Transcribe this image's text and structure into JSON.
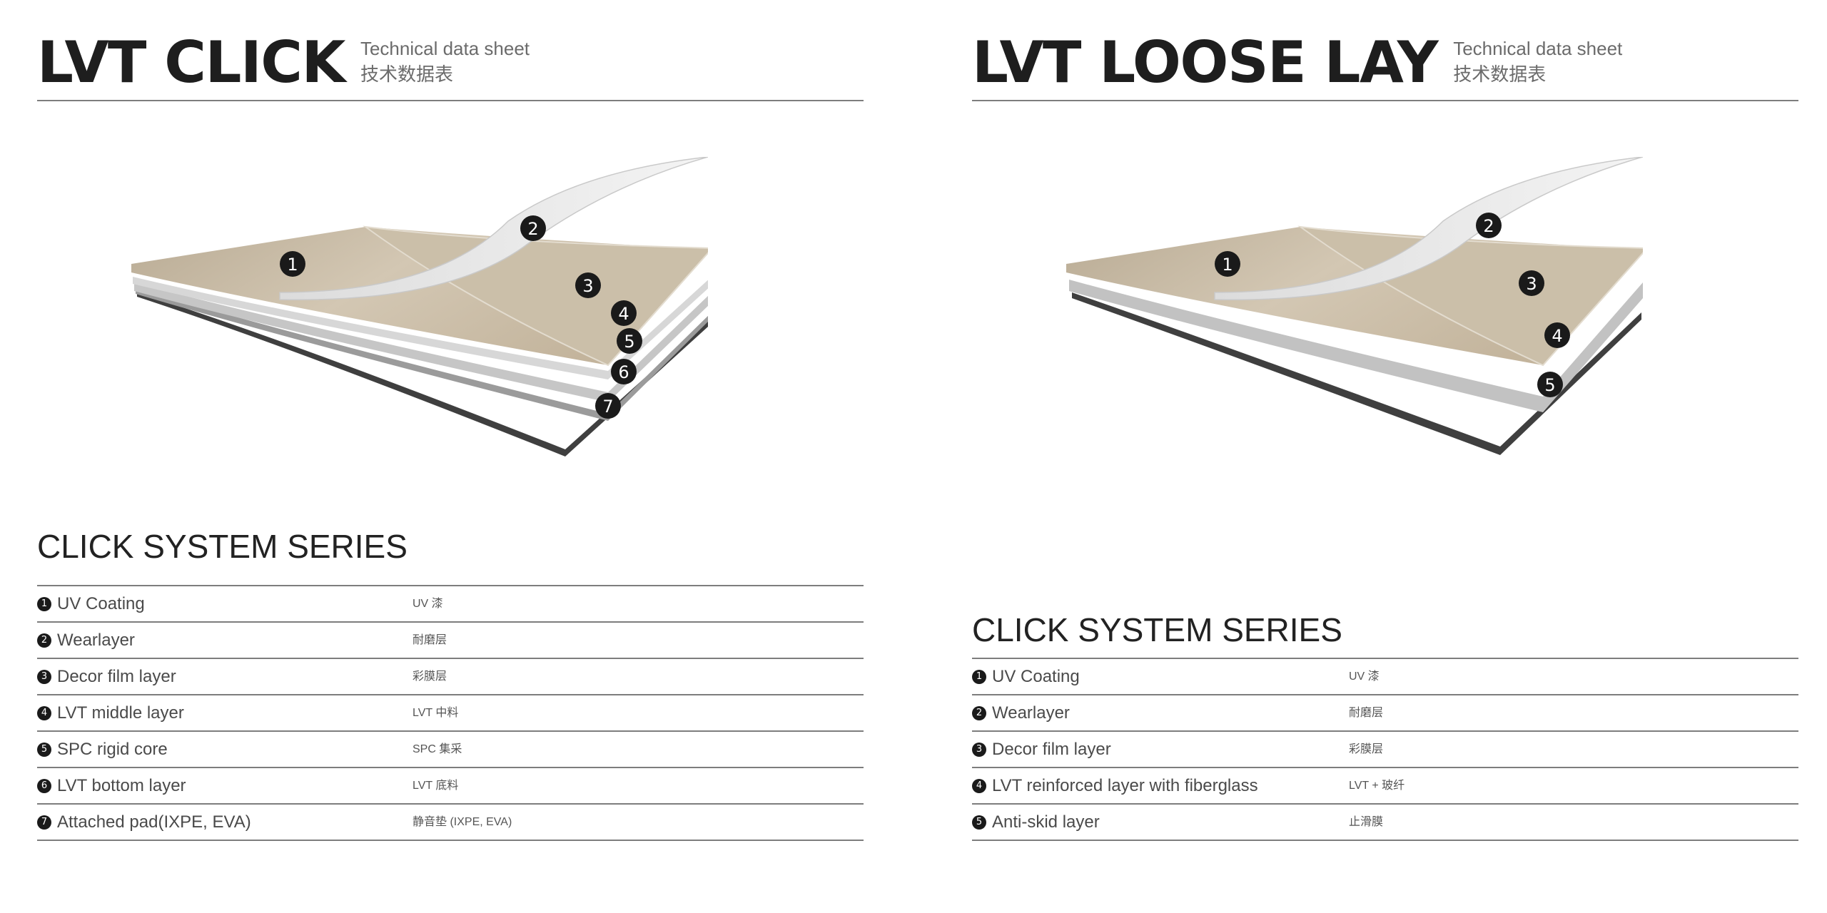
{
  "left": {
    "title": "LVT CLICK",
    "subtitle_en": "Technical data sheet",
    "subtitle_cn": "技术数据表",
    "series_title": "CLICK SYSTEM SERIES",
    "badges": [
      "1",
      "2",
      "3",
      "4",
      "5",
      "6",
      "7"
    ],
    "rows": [
      {
        "num": "1",
        "en": "UV Coating",
        "cn": "UV 漆"
      },
      {
        "num": "2",
        "en": "Wearlayer",
        "cn": "耐磨层"
      },
      {
        "num": "3",
        "en": "Decor film layer",
        "cn": "彩膜层"
      },
      {
        "num": "4",
        "en": "LVT middle layer",
        "cn": "LVT 中料"
      },
      {
        "num": "5",
        "en": "SPC rigid core",
        "cn": "SPC 集采"
      },
      {
        "num": "6",
        "en": "LVT bottom layer",
        "cn": "LVT 底料"
      },
      {
        "num": "7",
        "en": "Attached pad(IXPE, EVA)",
        "cn": "静音垫 (IXPE, EVA)"
      }
    ]
  },
  "right": {
    "title": "LVT LOOSE LAY",
    "subtitle_en": "Technical data sheet",
    "subtitle_cn": "技术数据表",
    "series_title": "CLICK SYSTEM SERIES",
    "badges": [
      "1",
      "2",
      "3",
      "4",
      "5"
    ],
    "rows": [
      {
        "num": "1",
        "en": "UV Coating",
        "cn": "UV 漆"
      },
      {
        "num": "2",
        "en": "Wearlayer",
        "cn": "耐磨层"
      },
      {
        "num": "3",
        "en": "Decor film layer",
        "cn": "彩膜层"
      },
      {
        "num": "4",
        "en": "LVT reinforced layer with fiberglass",
        "cn": "LVT + 玻纤"
      },
      {
        "num": "5",
        "en": "Anti-skid layer",
        "cn": "止滑膜"
      }
    ]
  },
  "colors": {
    "rule": "#7d7d7d",
    "badge": "#1a1a1a",
    "wood": "#c8bba6",
    "core": "#b9b9b9",
    "bottom": "#4a4a4a"
  }
}
